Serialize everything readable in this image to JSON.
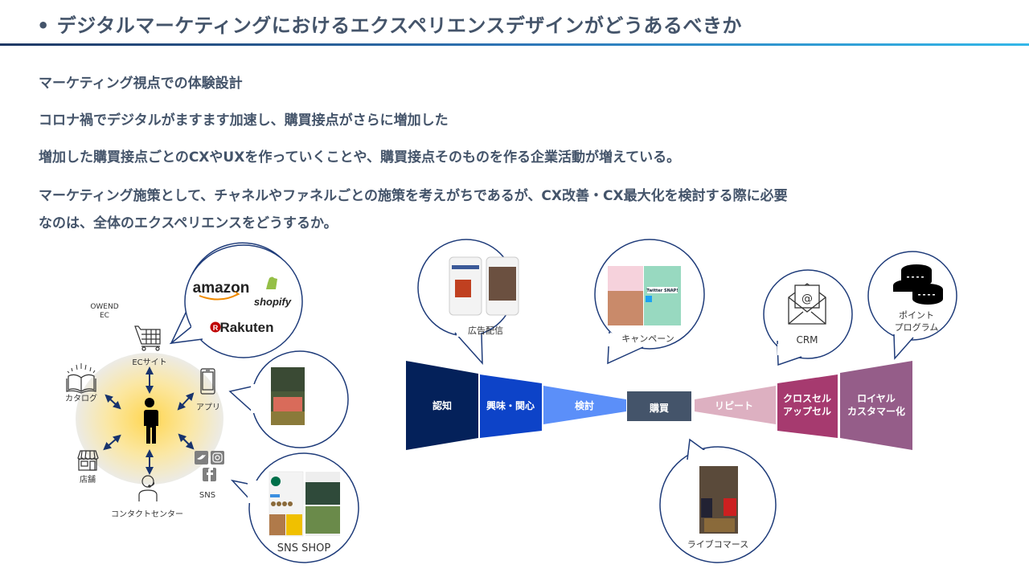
{
  "header": {
    "title": "• デジタルマーケティングにおけるエクスペリエンスデザインがどうあるべきか"
  },
  "body": {
    "lines": [
      "マーケティング視点での体験設計",
      "コロナ禍でデジタルがますます加速し、購買接点がさらに増加した",
      "増加した購買接点ごとのCXやUXを作っていくことや、購買接点そのものを作る企業活動が増えている。",
      "マーケティング施策として、チャネルやファネルごとの施策を考えがちであるが、CX改善・CX最大化を検討する際に必要",
      "なのは、全体のエクスペリエンスをどうするか。"
    ]
  },
  "touchpoints": {
    "owned_ec_label": [
      "OWEND",
      "EC"
    ],
    "channels": [
      {
        "icon": "shopping-cart-icon",
        "label": "ECサイト"
      },
      {
        "icon": "smartphone-icon",
        "label": "アプリ"
      },
      {
        "icon": "sns-icons",
        "label": "SNS"
      },
      {
        "icon": "headset-person-icon",
        "label": "コンタクトセンター"
      },
      {
        "icon": "storefront-icon",
        "label": "店舗"
      },
      {
        "icon": "book-icon",
        "label": "カタログ"
      }
    ],
    "ec_bubble_brands": [
      "amazon",
      "shopify",
      "Rakuten"
    ],
    "sns_bubble_label": "SNS SHOP"
  },
  "funnel": {
    "stages": [
      {
        "label": "認知",
        "color": "#04215a"
      },
      {
        "label": "興味・関心",
        "color": "#0d43c8"
      },
      {
        "label": "検討",
        "color": "#5b8ff9"
      },
      {
        "label": "購買",
        "color": "#44546a"
      },
      {
        "label": "リピート",
        "color": "#ddb0c1"
      },
      {
        "label": "クロスセル\nアップセル",
        "color": "#a63a6f"
      },
      {
        "label": "ロイヤル\nカスタマー化",
        "color": "#955d89"
      }
    ],
    "bubbles": [
      {
        "label": "広告配信"
      },
      {
        "label": "キャンペーン"
      },
      {
        "label": "CRM"
      },
      {
        "label": "ポイント\nプログラム"
      },
      {
        "label": "ライブコマース"
      }
    ]
  },
  "colors": {
    "text": "#44546a",
    "bubble_stroke": "#1f3c7a",
    "arrow": "#17336d"
  }
}
